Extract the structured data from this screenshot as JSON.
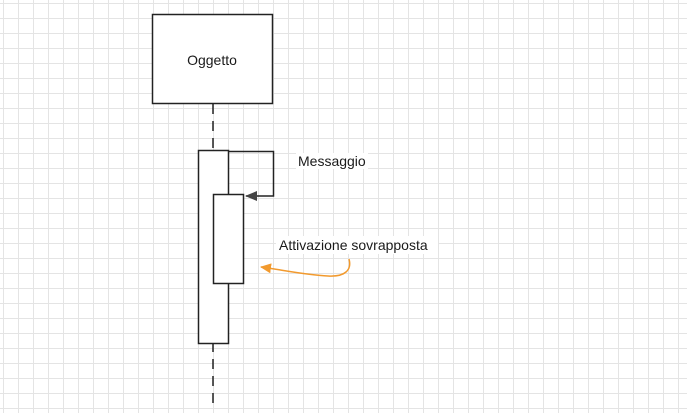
{
  "diagram": {
    "object": {
      "label": "Oggetto"
    },
    "message": {
      "label": "Messaggio"
    },
    "annotation": {
      "label": "Attivazione sovrapposta",
      "color": "#f29a2e"
    }
  },
  "colors": {
    "stroke": "#222222",
    "grid": "#e4e4e4",
    "background": "#ffffff"
  }
}
